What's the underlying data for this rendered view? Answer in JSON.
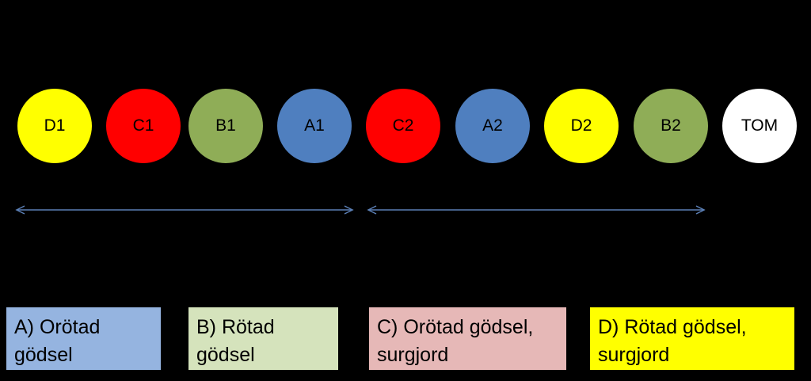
{
  "circles": [
    {
      "label": "D1",
      "color": "#FFFF00"
    },
    {
      "label": "C1",
      "color": "#FF0000"
    },
    {
      "label": "B1",
      "color": "#8FAD57"
    },
    {
      "label": "A1",
      "color": "#4F7FBF"
    },
    {
      "label": "C2",
      "color": "#FF0000"
    },
    {
      "label": "A2",
      "color": "#4F7FBF"
    },
    {
      "label": "D2",
      "color": "#FFFF00"
    },
    {
      "label": "B2",
      "color": "#8FAD57"
    },
    {
      "label": "TOM",
      "color": "#FFFFFF"
    }
  ],
  "arrow_color": "#5B7FB5",
  "legend": [
    {
      "line1": "A) Orötad",
      "line2": "gödsel",
      "color": "#95B4E0"
    },
    {
      "line1": "B) Rötad",
      "line2": "gödsel",
      "color": "#D5E3BC"
    },
    {
      "line1": "C) Orötad gödsel,",
      "line2": "surgjord",
      "color": "#E6B8B7"
    },
    {
      "line1": "D) Rötad gödsel,",
      "line2": "surgjord",
      "color": "#FFFF00"
    }
  ]
}
